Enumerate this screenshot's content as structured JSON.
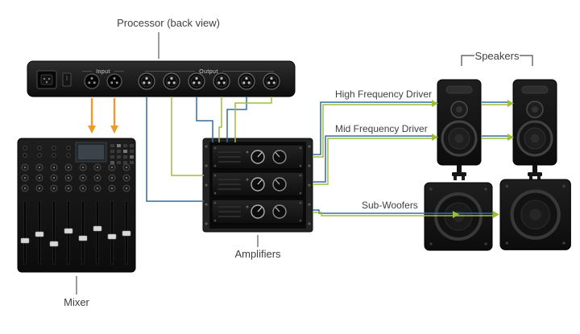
{
  "diagram": {
    "labels": {
      "processor": "Processor (back view)",
      "input": "Input",
      "output": "Output",
      "mixer": "Mixer",
      "amplifiers": "Amplifiers",
      "speakers": "Speakers",
      "high_frequency": "High Frequency Driver",
      "mid_frequency": "Mid Frequency Driver",
      "sub_woofers": "Sub-Woofers"
    },
    "colors": {
      "background": "#ffffff",
      "device_body": "#161616",
      "wire_blue": "#336f9e",
      "wire_green": "#9dbe3c",
      "signal_arrow_orange": "#ee9b2c",
      "label_text": "#3f3f3f"
    }
  }
}
